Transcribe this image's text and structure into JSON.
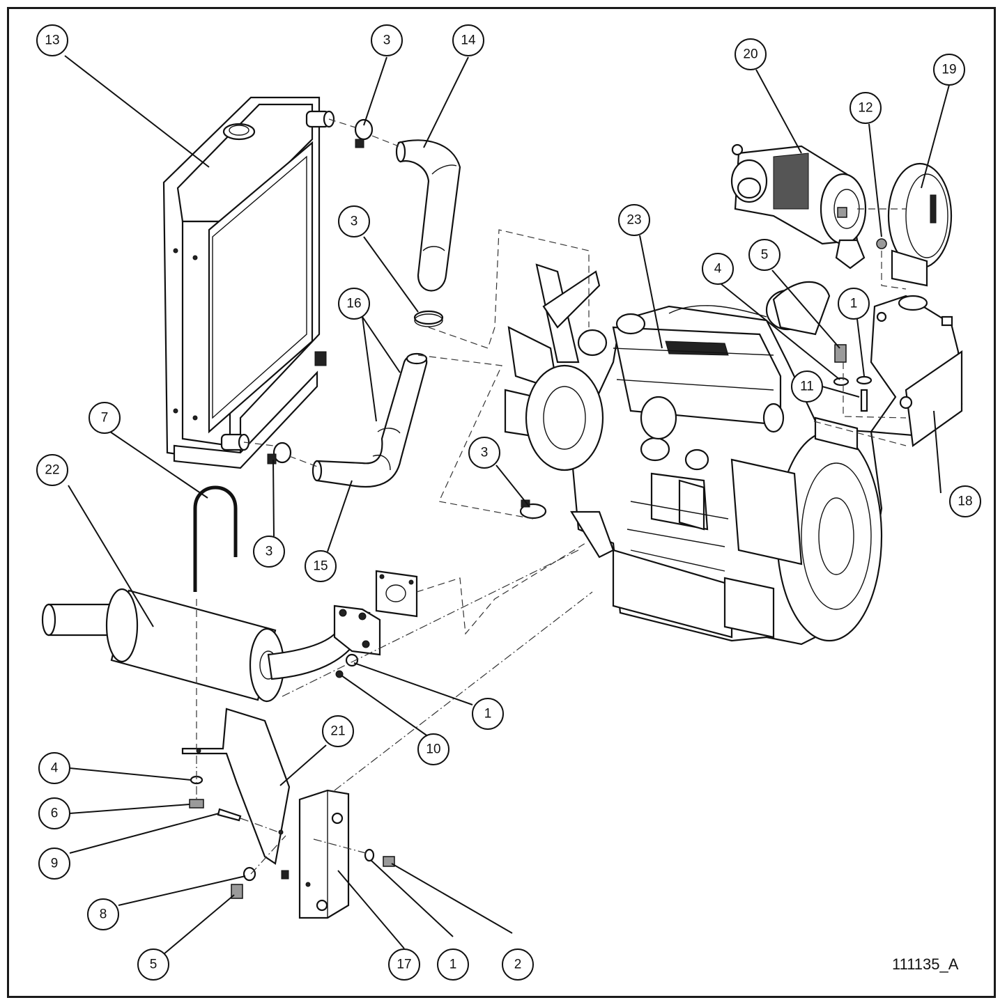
{
  "drawing_number": "111135_A",
  "callouts": [
    {
      "label": "13",
      "part": "radiator"
    },
    {
      "label": "3",
      "part": "hose-clamp"
    },
    {
      "label": "14",
      "part": "upper-radiator-hose"
    },
    {
      "label": "20",
      "part": "air-cleaner"
    },
    {
      "label": "19",
      "part": "air-cleaner-band"
    },
    {
      "label": "12",
      "part": "nut"
    },
    {
      "label": "3",
      "part": "hose-clamp"
    },
    {
      "label": "23",
      "part": "engine"
    },
    {
      "label": "5",
      "part": "bolt"
    },
    {
      "label": "4",
      "part": "washer"
    },
    {
      "label": "1",
      "part": "washer"
    },
    {
      "label": "16",
      "part": "hose-clips"
    },
    {
      "label": "11",
      "part": "bolt"
    },
    {
      "label": "7",
      "part": "u-bolt"
    },
    {
      "label": "22",
      "part": "muffler"
    },
    {
      "label": "3",
      "part": "hose-clamp"
    },
    {
      "label": "18",
      "part": "air-cleaner-bracket"
    },
    {
      "label": "3",
      "part": "hose-clamp"
    },
    {
      "label": "15",
      "part": "lower-radiator-hose"
    },
    {
      "label": "1",
      "part": "washer"
    },
    {
      "label": "21",
      "part": "muffler-bracket"
    },
    {
      "label": "10",
      "part": "nut"
    },
    {
      "label": "4",
      "part": "washer"
    },
    {
      "label": "6",
      "part": "nut"
    },
    {
      "label": "9",
      "part": "bolt"
    },
    {
      "label": "8",
      "part": "washer"
    },
    {
      "label": "5",
      "part": "bolt"
    },
    {
      "label": "17",
      "part": "mounting-bracket"
    },
    {
      "label": "1",
      "part": "washer"
    },
    {
      "label": "2",
      "part": "nut"
    }
  ]
}
